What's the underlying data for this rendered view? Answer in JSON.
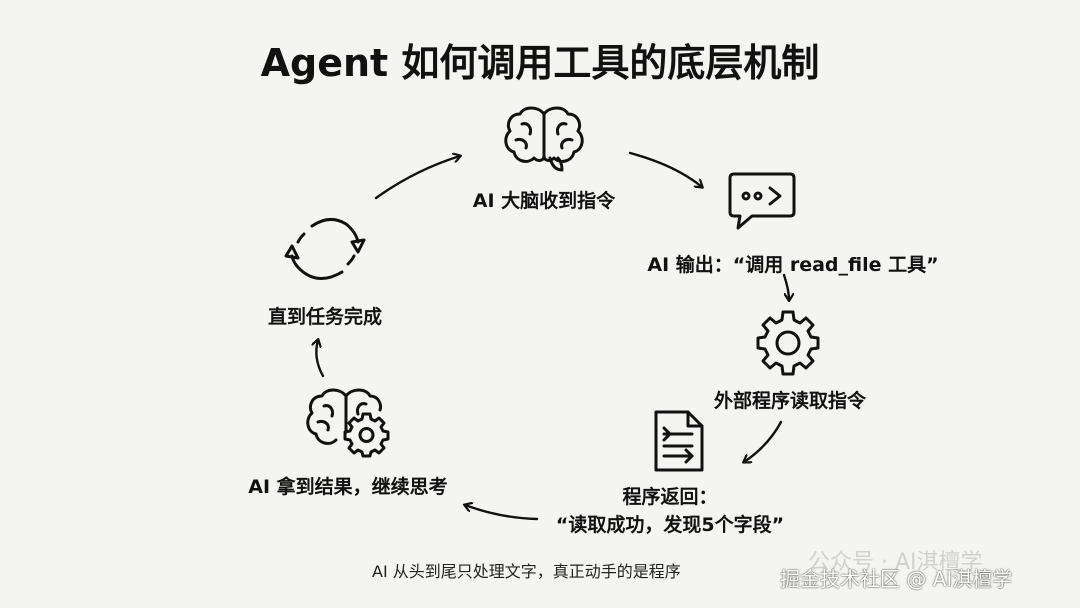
{
  "title": "Agent 如何调用工具的底层机制",
  "steps": [
    {
      "label": "AI 大脑收到指令",
      "icon": "brain-icon"
    },
    {
      "label": "AI 输出：“调用 read_file 工具”",
      "icon": "chat-bubble-icon"
    },
    {
      "label": "外部程序读取指令",
      "icon": "gear-icon"
    },
    {
      "label_line1": "程序返回：",
      "label_line2": "“读取成功，发现5个字段”",
      "icon": "document-icon"
    },
    {
      "label": "AI 拿到结果，继续思考",
      "icon": "brain-gear-icon"
    },
    {
      "label": "直到任务完成",
      "icon": "cycle-arrows-icon"
    }
  ],
  "footer": "AI 从头到尾只处理文字，真正动手的是程序",
  "watermark_top": "公众号 · AI淇檀学",
  "watermark": "掘金技术社区 @ AI淇檀学",
  "colors": {
    "stroke": "#111111",
    "background": "#f4f4f2"
  }
}
